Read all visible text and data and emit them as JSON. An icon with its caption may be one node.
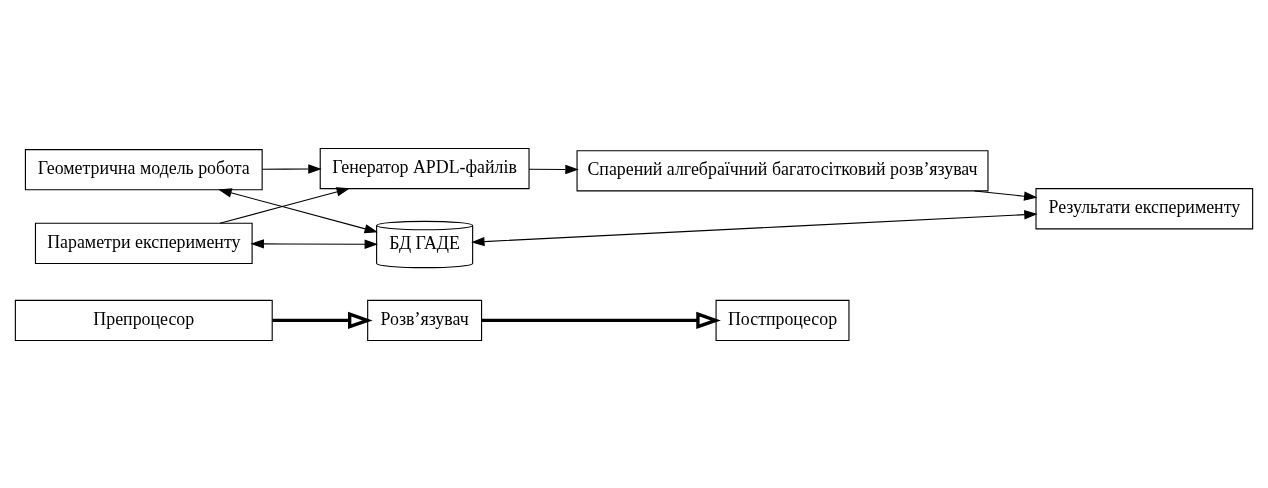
{
  "diagram": {
    "nodes": [
      {
        "text": [
          "Препроцесор"
        ]
      },
      {
        "text": [
          "Розв’язувач"
        ]
      },
      {
        "text": [
          "Постпроцесор"
        ]
      },
      {
        "text": [
          "Геометрична модель робота"
        ]
      },
      {
        "text": [
          "Параметри експерименту"
        ]
      },
      {
        "text": [
          "Генератор APDL-файлів"
        ]
      },
      {
        "text": [
          "Спарений алгебраїчний багатосітковий розв’язувач"
        ]
      },
      {
        "text": [
          "Результати експерименту"
        ]
      },
      {
        "text": [
          "БД ГАДЕ"
        ]
      }
    ],
    "edges": [
      {
        "from": 0,
        "to": 1,
        "arrow": "to",
        "style": "thick"
      },
      {
        "from": 1,
        "to": 2,
        "arrow": "to",
        "style": "thick"
      },
      {
        "from": 3,
        "to": 5,
        "arrow": "to"
      },
      {
        "from": 4,
        "to": 5,
        "arrow": "to"
      },
      {
        "from": 5,
        "to": 6,
        "arrow": "to"
      },
      {
        "from": 6,
        "to": 7,
        "arrow": "to"
      },
      {
        "from": 4,
        "to": 8,
        "arrow": "both"
      },
      {
        "from": 8,
        "to": 7,
        "arrow": "both"
      },
      {
        "from": 3,
        "to": 8,
        "arrow": "both"
      }
    ]
  }
}
